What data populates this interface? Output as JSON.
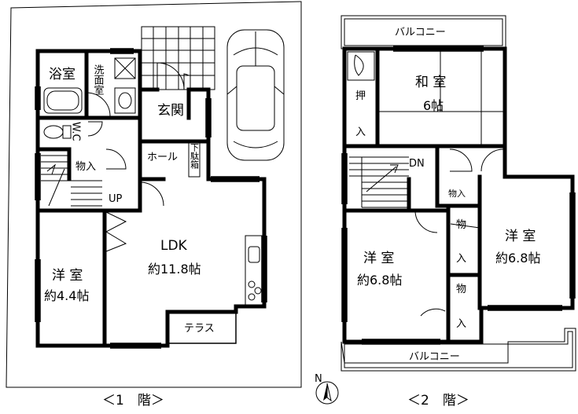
{
  "floor1": {
    "caption": "＜1　階＞",
    "rooms": {
      "bath": "浴室",
      "washroom": "洗面室",
      "wc": "W.C",
      "entrance": "玄関",
      "hall": "ホール",
      "shoebox": "下駄箱",
      "storage": "物入",
      "up": "UP",
      "ldk_name": "LDK",
      "ldk_area": "約11.8帖",
      "western_name": "洋 室",
      "western_area": "約4.4帖",
      "terrace": "テラス"
    }
  },
  "floor2": {
    "caption": "＜2　階＞",
    "rooms": {
      "balcony_top": "バルコニー",
      "balcony_bottom": "バルコニー",
      "japanese_name": "和 室",
      "japanese_area": "6帖",
      "oshiire_1": "押",
      "oshiire_2": "入",
      "down": "DN",
      "storage_a": "物入",
      "storage_b_1": "物",
      "storage_b_2": "入",
      "storage_c_1": "物",
      "storage_c_2": "入",
      "western_left_name": "洋 室",
      "western_left_area": "約6.8帖",
      "western_right_name": "洋 室",
      "western_right_area": "約6.8帖"
    }
  },
  "compass": {
    "north_label": "N"
  }
}
